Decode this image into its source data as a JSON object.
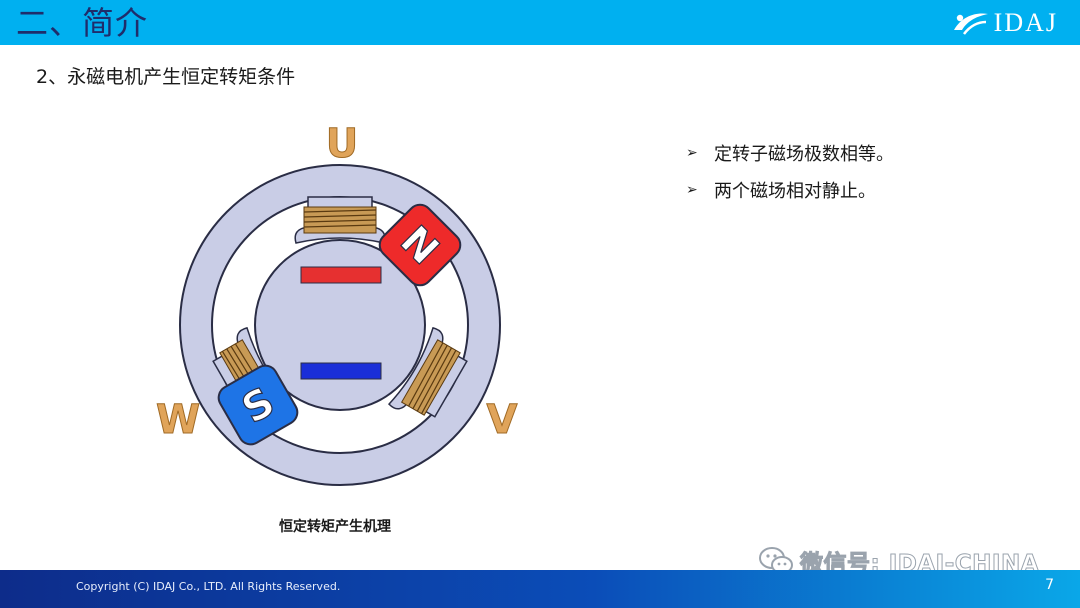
{
  "header": {
    "title": "二、简介",
    "logo_text": "IDAJ"
  },
  "subtitle": "2、永磁电机产生恒定转矩条件",
  "bullets": [
    {
      "text": "定转子磁场极数相等。"
    },
    {
      "text": "两个磁场相对静止。"
    }
  ],
  "diagram": {
    "phase_labels": {
      "u": "U",
      "v": "V",
      "w": "W"
    },
    "magnet_labels": {
      "north": "N",
      "south": "S"
    },
    "caption": "恒定转矩产生机理",
    "colors": {
      "stator": "#c9cde6",
      "coil": "#c89a55",
      "north": "#ee2a2a",
      "south": "#1e74e6",
      "rotor_bar_top": "#e63030",
      "rotor_bar_bottom": "#1a2ed8",
      "phase_label": "#e0a45a"
    }
  },
  "watermark": {
    "text": "微信号: IDAJ-CHINA"
  },
  "footer": {
    "copyright": "Copyright  (C)  IDAJ Co., LTD. All Rights Reserved.",
    "page_number": "7"
  }
}
